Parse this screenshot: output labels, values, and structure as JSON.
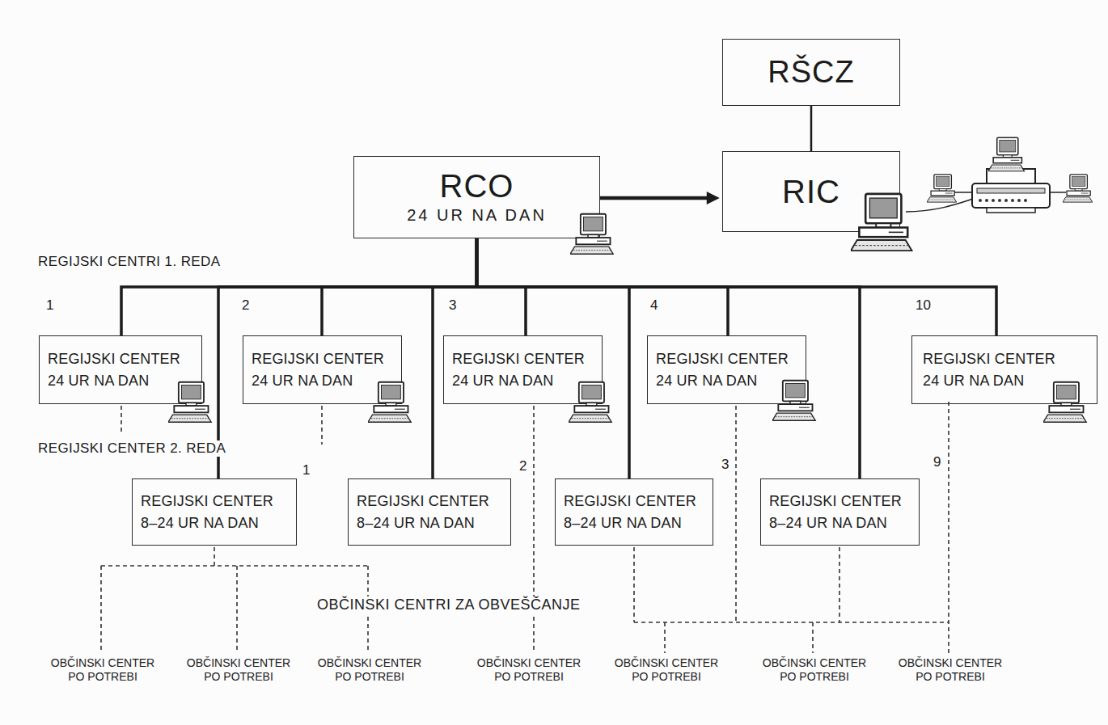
{
  "diagram": {
    "nodes": [
      {
        "text": [
          "RŠCZ"
        ]
      },
      {
        "text": [
          "RCO",
          "24 UR NA DAN"
        ]
      },
      {
        "text": [
          "RIC"
        ]
      },
      {
        "text": [
          "REGIJSKI CENTER 24 UR NA DAN"
        ]
      },
      {
        "text": [
          "REGIJSKI CENTER 24 UR NA DAN"
        ]
      },
      {
        "text": [
          "REGIJSKI CENTER 24 UR NA DAN"
        ]
      },
      {
        "text": [
          "REGIJSKI CENTER 24 UR NA DAN"
        ]
      },
      {
        "text": [
          "REGIJSKI CENTER 24 UR NA DAN"
        ]
      },
      {
        "text": [
          "REGIJSKI CENTER 8–24 UR NA DAN"
        ]
      },
      {
        "text": [
          "REGIJSKI CENTER 8–24 UR NA DAN"
        ]
      },
      {
        "text": [
          "REGIJSKI CENTER 8–24 UR NA DAN"
        ]
      },
      {
        "text": [
          "REGIJSKI CENTER 8–24 UR NA DAN"
        ]
      }
    ],
    "edges": [
      {
        "from": 1,
        "to": 2,
        "arrow": "to"
      },
      {
        "from": 0,
        "to": 2,
        "arrow": "none"
      },
      {
        "from": 1,
        "to": 3,
        "arrow": "none"
      },
      {
        "from": 1,
        "to": 4,
        "arrow": "none"
      },
      {
        "from": 1,
        "to": 5,
        "arrow": "none"
      },
      {
        "from": 1,
        "to": 6,
        "arrow": "none"
      },
      {
        "from": 1,
        "to": 7,
        "arrow": "none"
      },
      {
        "from": 1,
        "to": 8,
        "arrow": "none"
      },
      {
        "from": 1,
        "to": 9,
        "arrow": "none"
      },
      {
        "from": 1,
        "to": 10,
        "arrow": "none"
      },
      {
        "from": 1,
        "to": 11,
        "arrow": "none"
      }
    ],
    "labels": [
      "REGIJSKI CENTRI 1. REDA",
      "1",
      "2",
      "3",
      "4",
      "10",
      "REGIJSKI CENTER 2. REDA",
      "1",
      "2",
      "3",
      "9",
      "OBČINSKI CENTRI ZA OBVEŠČANJE",
      "OBČINSKI CENTER PO POTREBI",
      "OBČINSKI CENTER PO POTREBI",
      "OBČINSKI CENTER PO POTREBI",
      "OBČINSKI CENTER PO POTREBI",
      "OBČINSKI CENTER PO POTREBI",
      "OBČINSKI CENTER PO POTREBI",
      "OBČINSKI CENTER PO POTREBI"
    ]
  }
}
